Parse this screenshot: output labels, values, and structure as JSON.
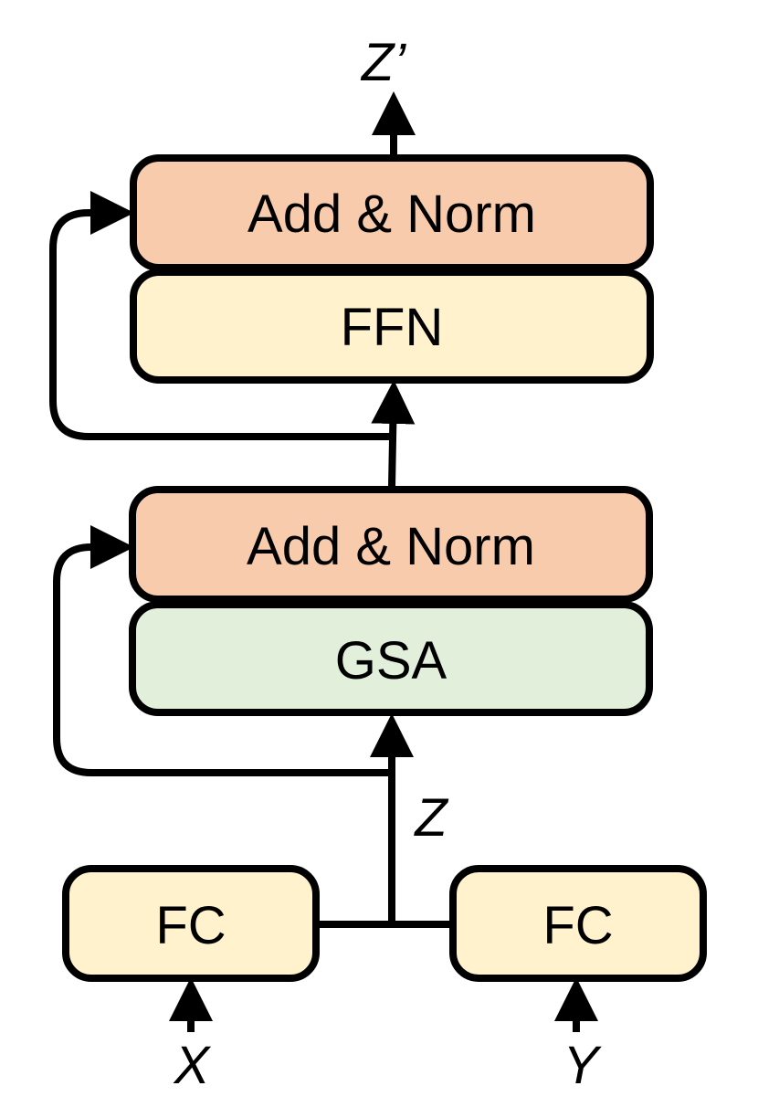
{
  "colors": {
    "add_norm": "#F8CBAD",
    "ffn": "#FFF2CC",
    "gsa": "#E2EFDA",
    "fc": "#FFF2CC",
    "stroke": "#000000"
  },
  "blocks": {
    "add_norm_top": "Add & Norm",
    "ffn": "FFN",
    "add_norm_bottom": "Add & Norm",
    "gsa": "GSA",
    "fc_left": "FC",
    "fc_right": "FC"
  },
  "variables": {
    "output": "Z’",
    "z": "Z",
    "x": "X",
    "y": "Y"
  }
}
